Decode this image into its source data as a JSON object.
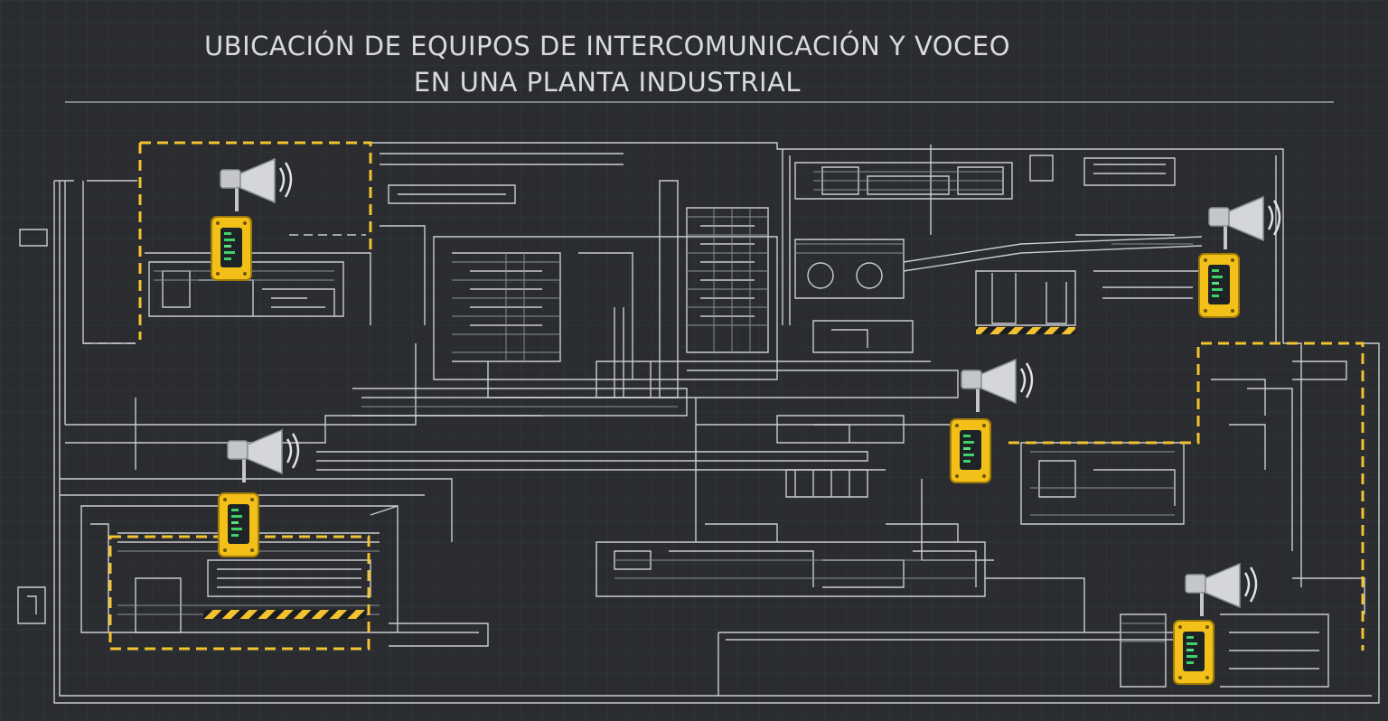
{
  "title": {
    "line1": "UBICACIÓN DE EQUIPOS DE INTERCOMUNICACIÓN Y VOCEO",
    "line2": "EN UNA PLANTA INDUSTRIAL"
  },
  "colors": {
    "background": "#2a2c30",
    "grid": "#34373c",
    "lines": "#c9ccd1",
    "zone_dashed": "#f2c230",
    "device_yellow": "#f2c019",
    "speaker_gray": "#c4c6c9",
    "hazard_stripe": "#f2c230"
  },
  "stations": [
    {
      "name": "station-upper-left",
      "icon": "intercom-icon",
      "speaker": "speaker-horn-icon"
    },
    {
      "name": "station-lower-left",
      "icon": "intercom-icon",
      "speaker": "speaker-horn-icon"
    },
    {
      "name": "station-center-right",
      "icon": "intercom-icon",
      "speaker": "speaker-horn-icon"
    },
    {
      "name": "station-upper-right",
      "icon": "intercom-icon",
      "speaker": "speaker-horn-icon"
    },
    {
      "name": "station-lower-right",
      "icon": "intercom-icon",
      "speaker": "speaker-horn-icon"
    }
  ],
  "zones": [
    {
      "name": "zone-upper-left"
    },
    {
      "name": "zone-lower-left"
    },
    {
      "name": "zone-right"
    }
  ]
}
